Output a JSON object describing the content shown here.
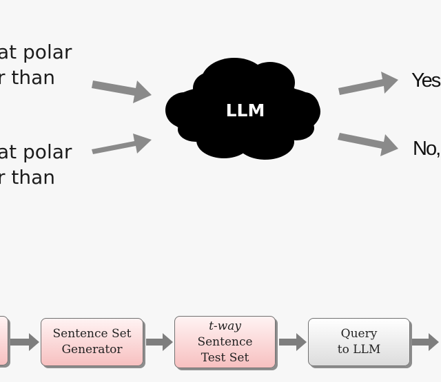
{
  "questions": [
    {
      "line1": "at polar",
      "line2": "r than"
    },
    {
      "line1": "at polar",
      "line2": "r than"
    }
  ],
  "llm": {
    "label": "LLM"
  },
  "answers": [
    {
      "text": "Yes"
    },
    {
      "text": "No,"
    }
  ],
  "pipeline": {
    "boxes": [
      {
        "lines": [
          "Sentence Set",
          "Generator"
        ],
        "style": "pink"
      },
      {
        "lines": [
          "t-way",
          "Sentence",
          "Test Set"
        ],
        "style": "pink"
      },
      {
        "lines": [
          "Query",
          "to LLM"
        ],
        "style": "gray"
      }
    ]
  },
  "colors": {
    "arrow": "#8a8a8a",
    "cloud": "#000000",
    "box_pink_top": "#fff3f3",
    "box_pink_bottom": "#f7c0c0",
    "box_gray_top": "#ffffff",
    "box_gray_bottom": "#dcdcdc"
  }
}
